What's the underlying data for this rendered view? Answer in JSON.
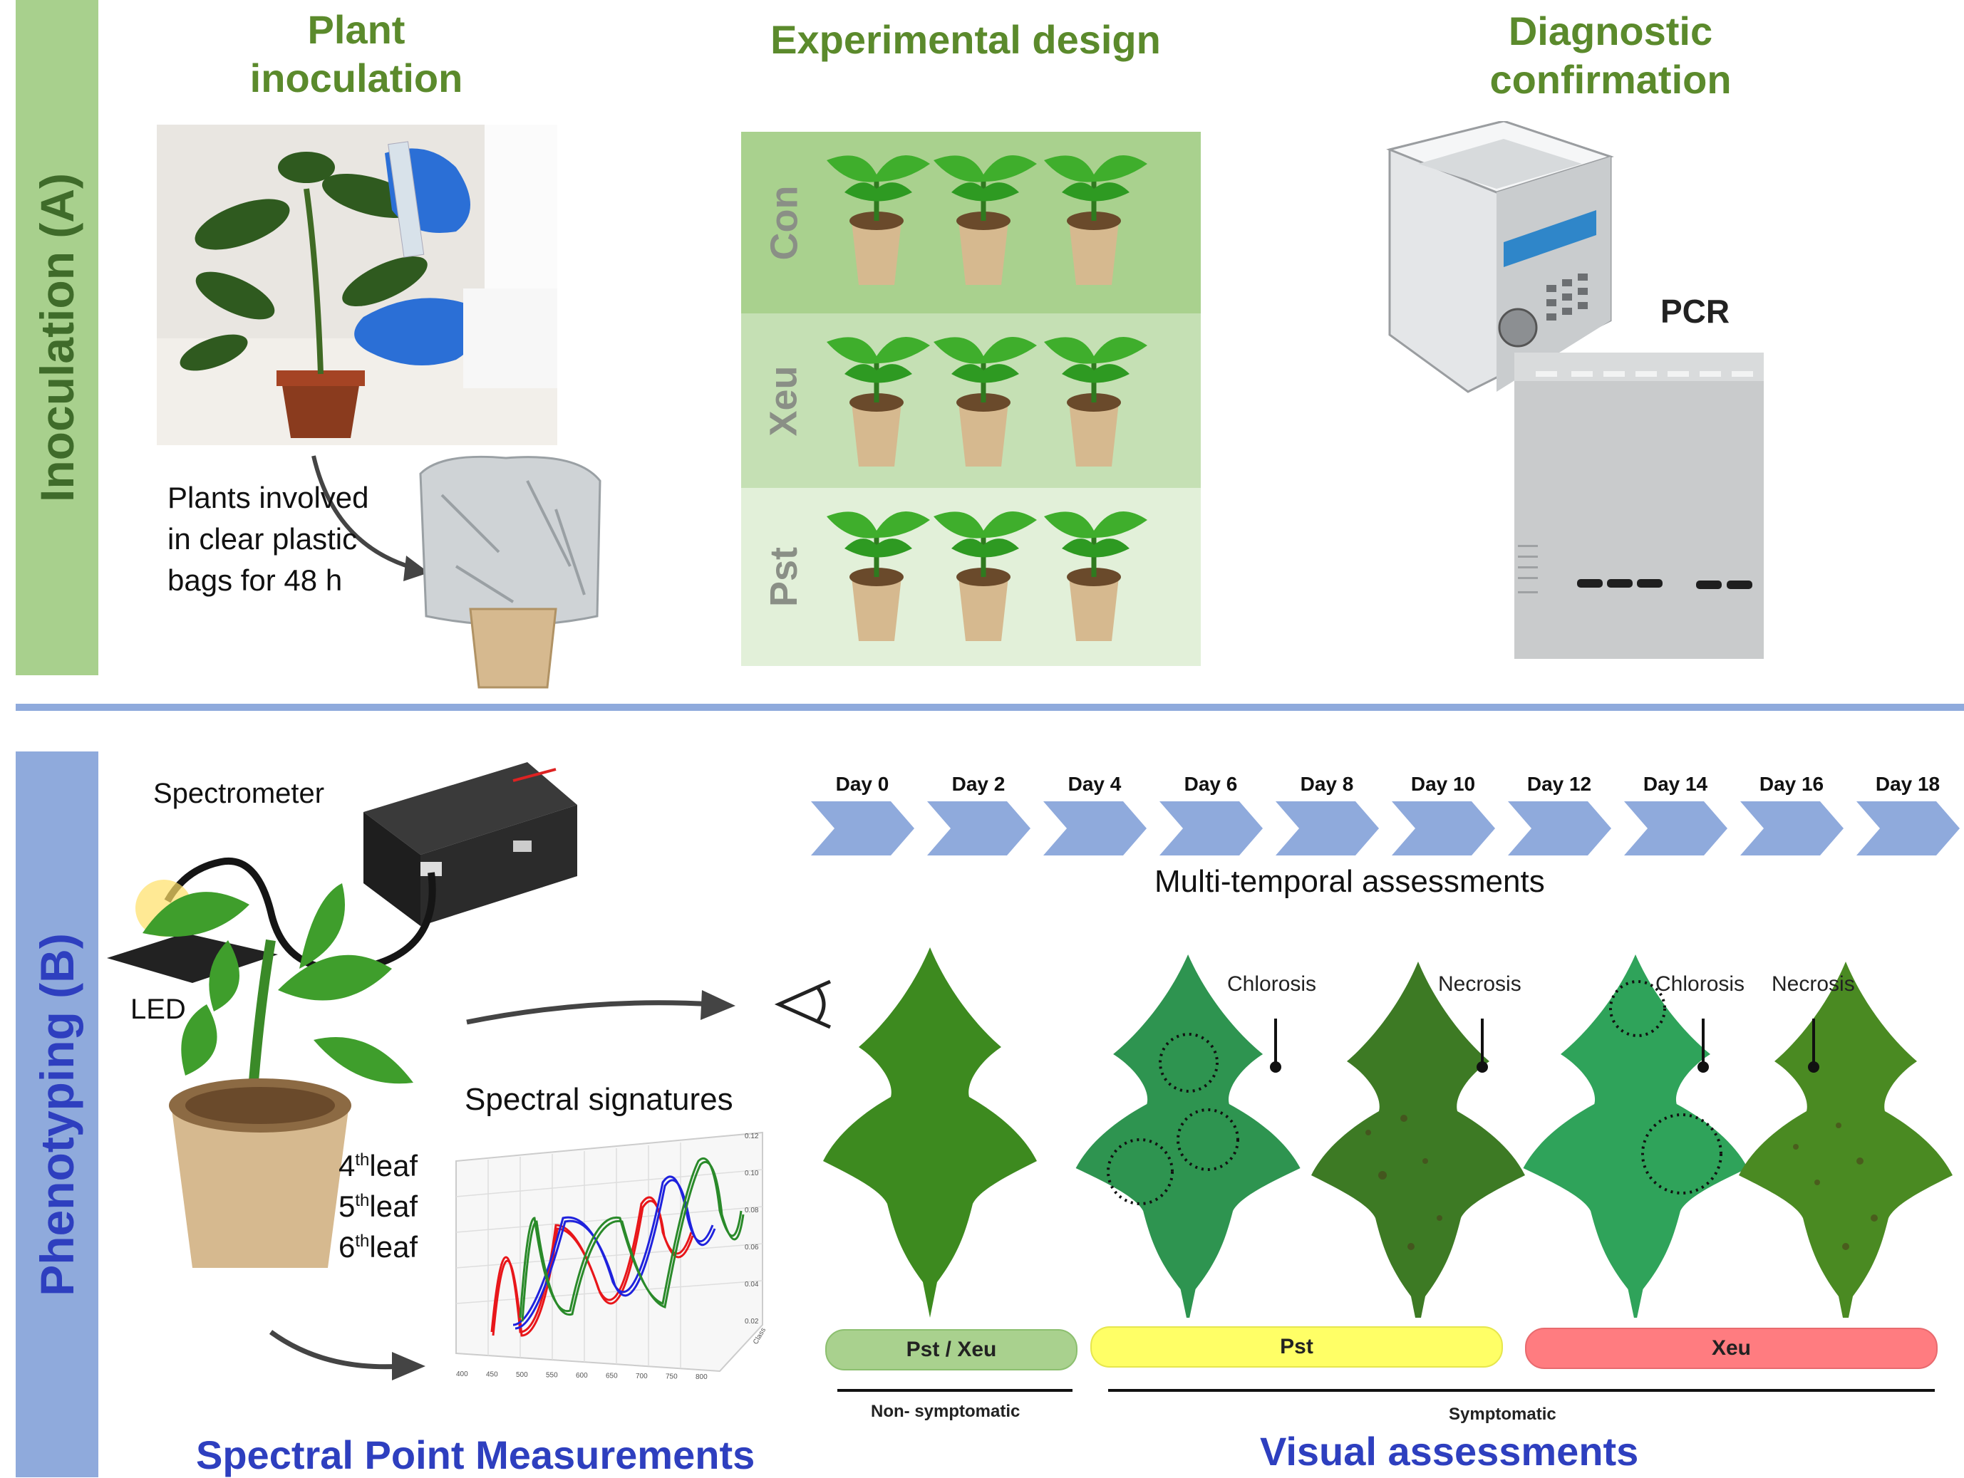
{
  "section_a": {
    "label": "Inoculation (A)",
    "color": "#a8d08d"
  },
  "section_b": {
    "label": "Phenotyping (B)",
    "color": "#8faadc"
  },
  "titles": {
    "plant_inoculation": "Plant inoculation",
    "experimental_design": "Experimental design",
    "diagnostic_confirmation": "Diagnostic confirmation",
    "spectral_point": "Spectral Point Measurements",
    "visual_assessments": "Visual assessments"
  },
  "inoculation": {
    "bag_note": "Plants involved in clear plastic bags for 48 h"
  },
  "design_rows": [
    {
      "label": "Con",
      "color": "#a9d18e"
    },
    {
      "label": "Xeu",
      "color": "#c5e0b4"
    },
    {
      "label": "Pst",
      "color": "#e2f0d9"
    }
  ],
  "diagnostic": {
    "pcr_label": "PCR"
  },
  "spectral": {
    "spectrometer_label": "Spectrometer",
    "led_label": "LED",
    "signatures_label": "Spectral signatures",
    "leaves": [
      {
        "num": "4",
        "sup": "th",
        "text": "leaf"
      },
      {
        "num": "5",
        "sup": "th",
        "text": "leaf"
      },
      {
        "num": "6",
        "sup": "th",
        "text": "leaf"
      }
    ],
    "xticks": [
      "400",
      "450",
      "500",
      "550",
      "600",
      "650",
      "700",
      "750",
      "800"
    ],
    "yticks": [
      "0.12",
      "0.10",
      "0.08",
      "0.06",
      "0.04",
      "0.02"
    ],
    "zlabel": "Class"
  },
  "timeline": {
    "days": [
      "Day 0",
      "Day 2",
      "Day 4",
      "Day 6",
      "Day 8",
      "Day 10",
      "Day 12",
      "Day 14",
      "Day 16",
      "Day 18"
    ],
    "caption": "Multi-temporal assessments",
    "chevron_color": "#8faadc"
  },
  "visual": {
    "chlorosis_label": "Chlorosis",
    "necrosis_label": "Necrosis",
    "groups": [
      {
        "label": "Pst / Xeu",
        "color": "#a9d18e"
      },
      {
        "label": "Pst",
        "color": "#ffff66"
      },
      {
        "label": "Xeu",
        "color": "#ff7c80"
      }
    ],
    "non_symptomatic": "Non- symptomatic",
    "symptomatic": "Symptomatic"
  }
}
